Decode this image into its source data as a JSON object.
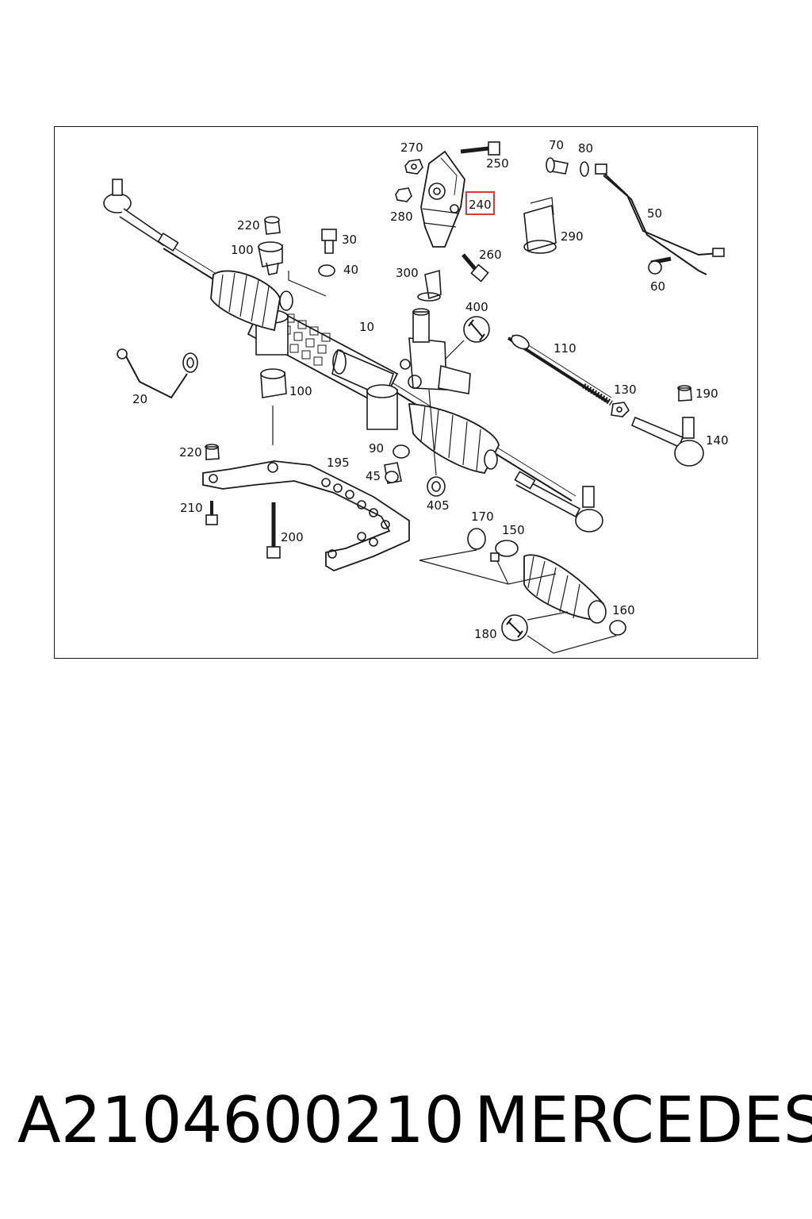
{
  "diagram": {
    "labels": {
      "l270": "270",
      "l250": "250",
      "l70": "70",
      "l80": "80",
      "l280": "280",
      "l240": "240",
      "l50": "50",
      "l220a": "220",
      "l30": "30",
      "l100a": "100",
      "l40": "40",
      "l260": "260",
      "l290": "290",
      "l300": "300",
      "l60": "60",
      "l400": "400",
      "l10": "10",
      "l110": "110",
      "l20": "20",
      "l100b": "100",
      "l130": "130",
      "l190": "190",
      "l140": "140",
      "l90": "90",
      "l220b": "220",
      "l195": "195",
      "l45": "45",
      "l405": "405",
      "l210": "210",
      "l170": "170",
      "l150": "150",
      "l200": "200",
      "l160": "160",
      "l180": "180"
    },
    "highlight": {
      "label": "240",
      "color": "#e02020"
    }
  },
  "footer": {
    "part_number": "A2104600210",
    "brand": "MERCEDES"
  }
}
